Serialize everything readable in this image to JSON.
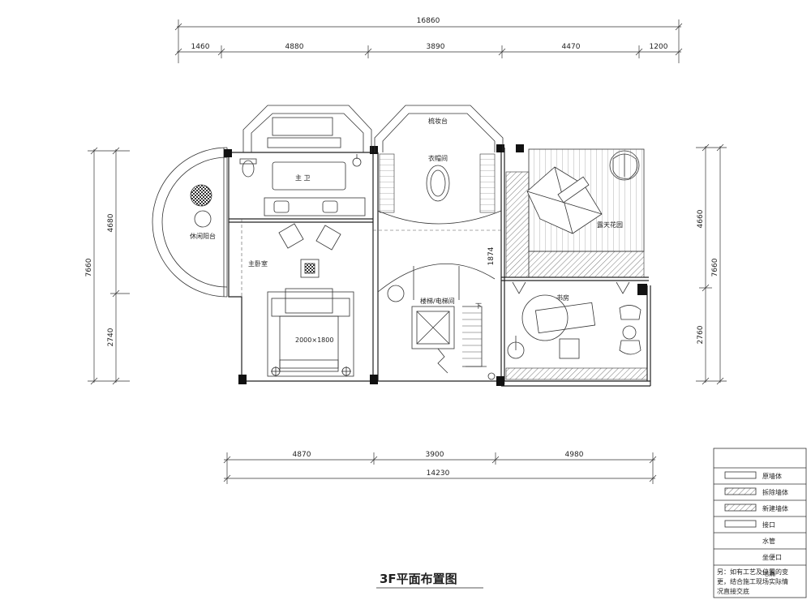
{
  "title": "3F平面布置图",
  "dimensions": {
    "top_total": "16860",
    "top_segments": [
      "1460",
      "4880",
      "3890",
      "4470",
      "1200"
    ],
    "bottom_segments": [
      "4870",
      "3900",
      "4980"
    ],
    "bottom_total": "14230",
    "left_total": "7660",
    "left_segments": [
      "4680",
      "2740"
    ],
    "right_total": "7660",
    "right_segments": [
      "4660",
      "2760"
    ],
    "stair_width": "1874"
  },
  "rooms": {
    "master_bath": "主 卫",
    "dressing_table": "梳妆台",
    "closet": "衣帽间",
    "roof_garden": "露天花园",
    "leisure_balcony": "休闲阳台",
    "master_bedroom": "主卧室",
    "bed_size": "2000×1800",
    "stair_elevator": "楼梯/电梯间",
    "stair_down": "下",
    "study": "书房"
  },
  "legend": {
    "items": [
      {
        "label": "原墙体"
      },
      {
        "label": "拆除墙体"
      },
      {
        "label": "新建墙体"
      },
      {
        "label": "接口"
      },
      {
        "label": "水管"
      },
      {
        "label": "坐便口"
      },
      {
        "label": "地漏"
      }
    ],
    "note_lines": [
      "另：如有工艺及位置的变",
      "更，结合施工现场实际情",
      "况直接交底"
    ]
  }
}
